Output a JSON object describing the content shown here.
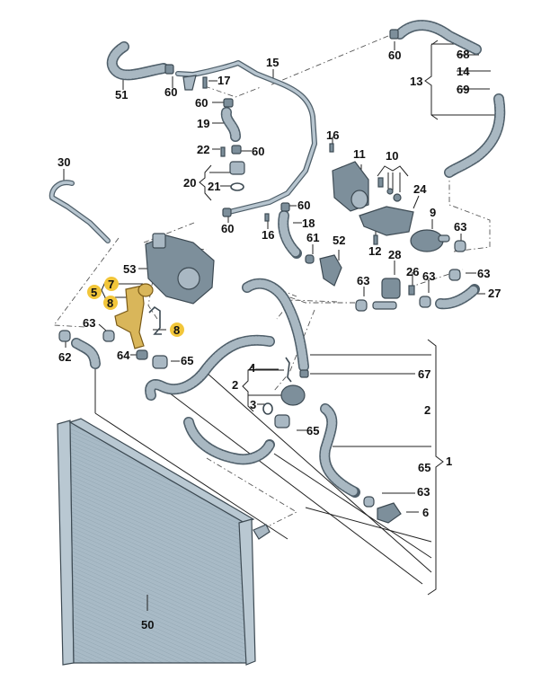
{
  "diagram": {
    "title": "Engine cooling system parts diagram",
    "highlight_color": "#f2c63a",
    "callouts": [
      {
        "id": "c51",
        "text": "51"
      },
      {
        "id": "c60a",
        "text": "60"
      },
      {
        "id": "c17",
        "text": "17"
      },
      {
        "id": "c15",
        "text": "15"
      },
      {
        "id": "c60b",
        "text": "60"
      },
      {
        "id": "c19",
        "text": "19"
      },
      {
        "id": "c22",
        "text": "22"
      },
      {
        "id": "c60c",
        "text": "60"
      },
      {
        "id": "c20",
        "text": "20"
      },
      {
        "id": "c21",
        "text": "21"
      },
      {
        "id": "c30",
        "text": "30"
      },
      {
        "id": "c60d",
        "text": "60"
      },
      {
        "id": "c16a",
        "text": "16"
      },
      {
        "id": "c60e",
        "text": "60"
      },
      {
        "id": "c18",
        "text": "18"
      },
      {
        "id": "c16b",
        "text": "16"
      },
      {
        "id": "c60f",
        "text": "60"
      },
      {
        "id": "c68",
        "text": "68"
      },
      {
        "id": "c14",
        "text": "14"
      },
      {
        "id": "c13",
        "text": "13"
      },
      {
        "id": "c69",
        "text": "69"
      },
      {
        "id": "c11",
        "text": "11"
      },
      {
        "id": "c10",
        "text": "10"
      },
      {
        "id": "c24",
        "text": "24"
      },
      {
        "id": "c9",
        "text": "9"
      },
      {
        "id": "c63a",
        "text": "63"
      },
      {
        "id": "c61",
        "text": "61"
      },
      {
        "id": "c52",
        "text": "52"
      },
      {
        "id": "c12",
        "text": "12"
      },
      {
        "id": "c28",
        "text": "28"
      },
      {
        "id": "c26",
        "text": "26"
      },
      {
        "id": "c63b",
        "text": "63"
      },
      {
        "id": "c63c",
        "text": "63"
      },
      {
        "id": "c63d",
        "text": "63"
      },
      {
        "id": "c27",
        "text": "27"
      },
      {
        "id": "c53",
        "text": "53"
      },
      {
        "id": "c7",
        "text": "7",
        "highlight": true
      },
      {
        "id": "c5",
        "text": "5",
        "highlight": true
      },
      {
        "id": "c8a",
        "text": "8",
        "highlight": true
      },
      {
        "id": "c8b",
        "text": "8",
        "highlight": true
      },
      {
        "id": "c63e",
        "text": "63"
      },
      {
        "id": "c62",
        "text": "62"
      },
      {
        "id": "c64",
        "text": "64"
      },
      {
        "id": "c65a",
        "text": "65"
      },
      {
        "id": "c4",
        "text": "4"
      },
      {
        "id": "c2a",
        "text": "2"
      },
      {
        "id": "c3",
        "text": "3"
      },
      {
        "id": "c67",
        "text": "67"
      },
      {
        "id": "c65b",
        "text": "65"
      },
      {
        "id": "c2b",
        "text": "2"
      },
      {
        "id": "c65c",
        "text": "65"
      },
      {
        "id": "c1",
        "text": "1"
      },
      {
        "id": "c63f",
        "text": "63"
      },
      {
        "id": "c6",
        "text": "6"
      },
      {
        "id": "c50",
        "text": "50"
      }
    ]
  }
}
